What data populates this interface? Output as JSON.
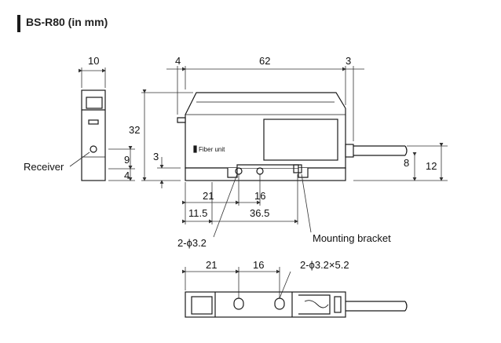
{
  "header": {
    "title": "BS-R80 (in mm)"
  },
  "dims": {
    "front_width": "10",
    "left_gap": "4",
    "body_length": "62",
    "right_gap": "3",
    "height": "32",
    "receiver_height": "9",
    "receiver_bottom": "4",
    "step_height": "3",
    "cable_height": "8",
    "side_height": "12",
    "hole_offset_21": "21",
    "hole_pitch_16": "16",
    "offset_11_5": "11.5",
    "offset_36_5": "36.5",
    "hole_diameter": "2-ϕ3.2",
    "bottom_21": "21",
    "bottom_16": "16",
    "slot_size": "2-ϕ3.2×5.2"
  },
  "labels": {
    "receiver": "Receiver",
    "fiber_unit": "Fiber unit",
    "mounting_bracket": "Mounting bracket"
  },
  "colors": {
    "line": "#1a1a1a",
    "dim": "#333333",
    "gray": "#cfcfcf"
  }
}
